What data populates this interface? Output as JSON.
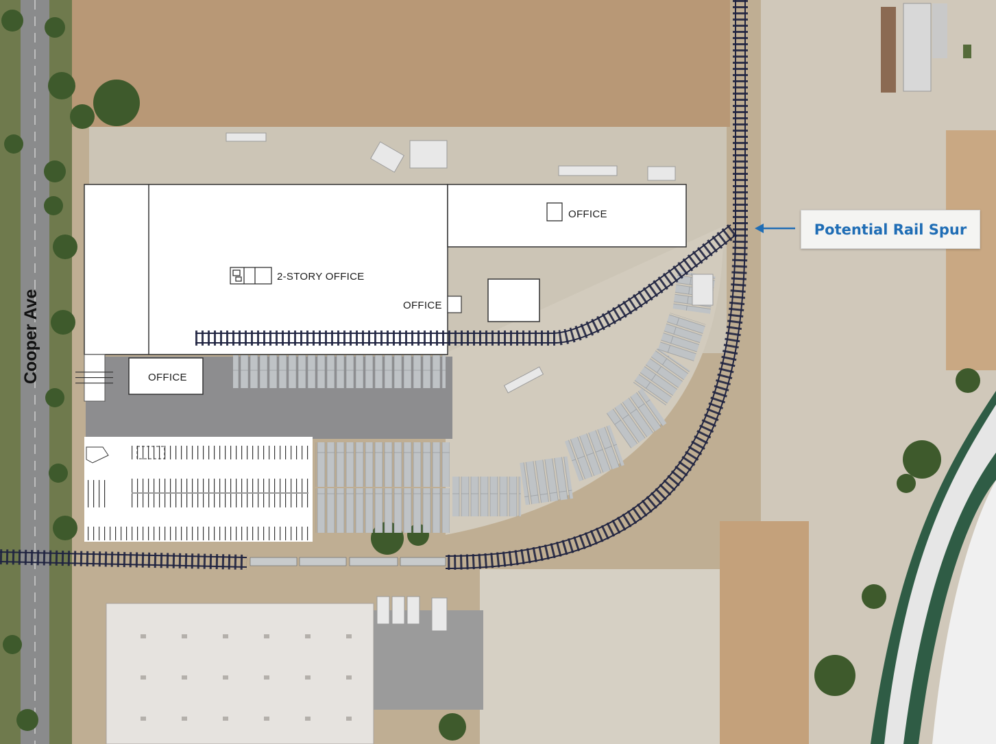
{
  "map": {
    "road_label": "Cooper Ave",
    "building_labels": {
      "two_story_office": "2-STORY OFFICE",
      "office_center": "OFFICE",
      "office_northeast": "OFFICE",
      "office_south": "OFFICE"
    },
    "callout": {
      "text": "Potential Rail Spur",
      "color": "#1f6db5"
    },
    "colors": {
      "rail": "#1f2340",
      "building": "#ffffff",
      "callout_text": "#1f6db5"
    }
  }
}
